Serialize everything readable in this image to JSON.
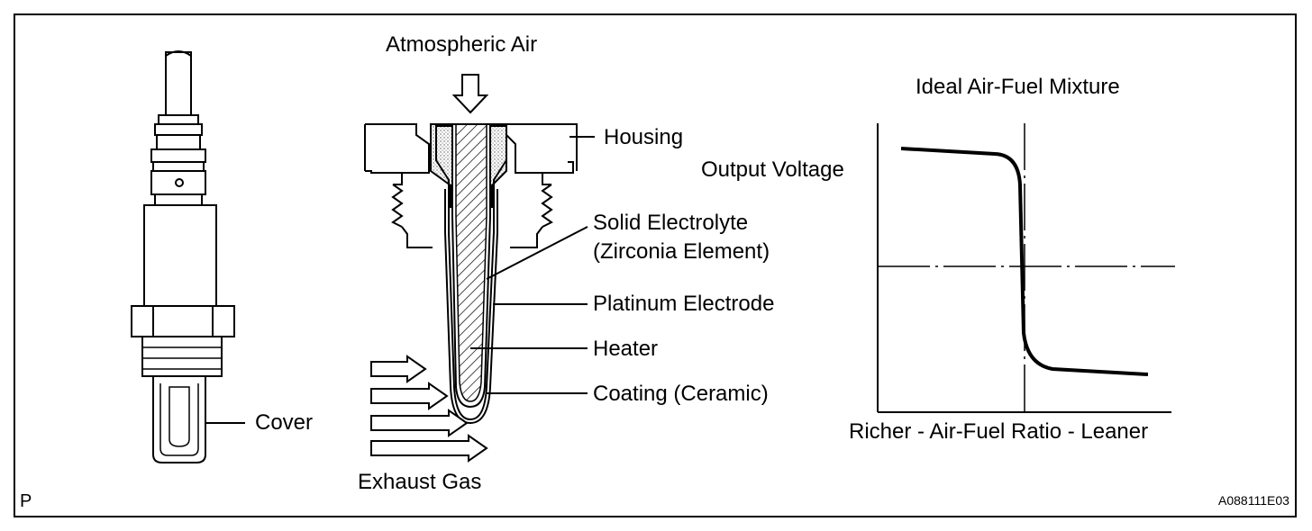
{
  "labels": {
    "atmospheric_air": "Atmospheric Air",
    "housing": "Housing",
    "solid_electrolyte_line1": "Solid  Electrolyte",
    "solid_electrolyte_line2": "(Zirconia Element)",
    "platinum_electrode": "Platinum Electrode",
    "heater": "Heater",
    "coating": "Coating (Ceramic)",
    "exhaust_gas": "Exhaust Gas",
    "cover": "Cover",
    "corner_left": "P",
    "figure_code": "A088111E03"
  },
  "graph": {
    "title": "Ideal Air-Fuel Mixture",
    "ylabel": "Output Voltage",
    "xlabel": "Richer - Air-Fuel Ratio - Leaner"
  }
}
